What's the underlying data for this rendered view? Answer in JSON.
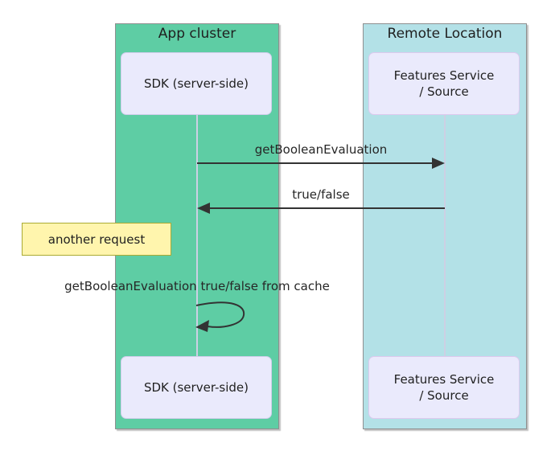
{
  "diagram_type": "sequence-diagram",
  "containers": [
    {
      "label": "App cluster",
      "fill": "#5ecda4"
    },
    {
      "label": "Remote Location",
      "fill": "#b3e1e7"
    }
  ],
  "actors": {
    "sdk": {
      "label": "SDK (server-side)"
    },
    "features": {
      "line1": "Features Service",
      "line2": "/ Source"
    }
  },
  "messages": [
    {
      "text": "getBooleanEvaluation",
      "from": "SDK (server-side)",
      "to": "Features Service / Source",
      "direction": "right"
    },
    {
      "text": "true/false",
      "from": "Features Service / Source",
      "to": "SDK (server-side)",
      "direction": "left"
    },
    {
      "text": "getBooleanEvaluation true/false from cache",
      "from": "SDK (server-side)",
      "to": "SDK (server-side)",
      "direction": "self"
    }
  ],
  "note": {
    "text": "another request",
    "position": "left of SDK (server-side)"
  },
  "colors": {
    "container_green": "#5ecda4",
    "container_cyan": "#b3e1e7",
    "actor_fill": "#eaeafc",
    "actor_border": "#d2cdec",
    "note_fill": "#fff5ad",
    "note_border": "#aaaa33",
    "arrow": "#333333",
    "lifeline": "#ccd0e4",
    "text": "#262626"
  }
}
